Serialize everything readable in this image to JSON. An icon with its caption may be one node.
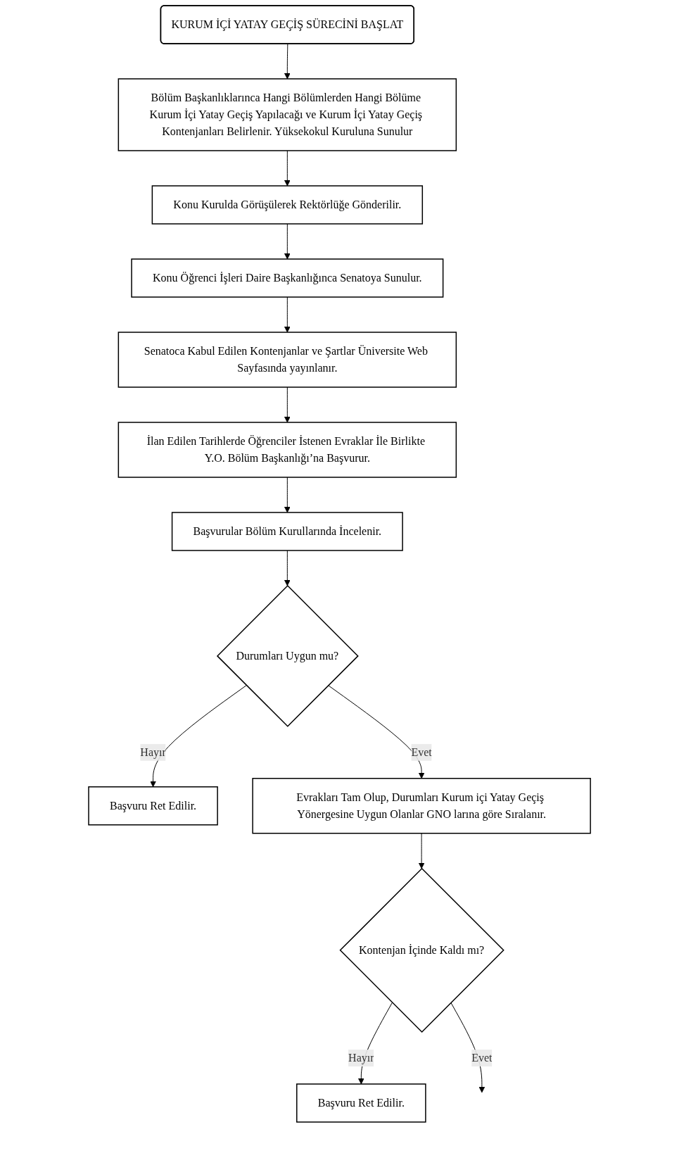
{
  "diagram": {
    "nodes": [
      {
        "text": [
          "KURUM İÇİ YATAY GEÇİŞ SÜRECİNİ BAŞLAT"
        ]
      },
      {
        "text": [
          "Bölüm Başkanlıklarınca Hangi Bölümlerden Hangi Bölüme Kurum İçi Yatay Geçiş Yapılacağı ve Kurum İçi Yatay Geçiş Kontenjanları Belirlenir. Yüksekokul Kuruluna Sunulur"
        ]
      },
      {
        "text": [
          "Konu Kurulda Görüşülerek Rektörlüğe Gönderilir."
        ]
      },
      {
        "text": [
          "Konu Öğrenci İşleri Daire Başkanlığınca Senatoya Sunulur."
        ]
      },
      {
        "text": [
          "Senatoca Kabul Edilen Kontenjanlar ve Şartlar Üniversite Web Sayfasında yayınlanır."
        ]
      },
      {
        "text": [
          "İlan Edilen Tarihlerde Öğrenciler İstenen Evraklar İle Birlikte Y.O. Bölüm Başkanlığı’na Başvurur."
        ]
      },
      {
        "text": [
          "Başvurular Bölüm Kurullarında İncelenir."
        ]
      },
      {
        "text": [
          "Durumları Uygun mu?"
        ]
      },
      {
        "text": [
          "Başvuru Ret Edilir."
        ]
      },
      {
        "text": [
          "Evrakları Tam Olup, Durumları Kurum içi Yatay Geçiş Yönergesine Uygun Olanlar GNO larına göre Sıralanır."
        ]
      },
      {
        "text": [
          "Kontenjan İçinde Kaldı mı?"
        ]
      },
      {
        "text": [
          "Başvuru Ret Edilir."
        ]
      }
    ],
    "edges": [
      {
        "from": 0,
        "to": 1,
        "arrow": "to"
      },
      {
        "from": 1,
        "to": 2,
        "arrow": "to"
      },
      {
        "from": 2,
        "to": 3,
        "arrow": "to"
      },
      {
        "from": 3,
        "to": 4,
        "arrow": "to"
      },
      {
        "from": 4,
        "to": 5,
        "arrow": "to"
      },
      {
        "from": 5,
        "to": 6,
        "arrow": "to"
      },
      {
        "from": 6,
        "to": 7,
        "arrow": "to"
      },
      {
        "from": 7,
        "to": 8,
        "label": "Hayır",
        "arrow": "to"
      },
      {
        "from": 7,
        "to": 9,
        "label": "Evet",
        "arrow": "to"
      },
      {
        "from": 9,
        "to": 10,
        "arrow": "to"
      },
      {
        "from": 10,
        "to": 11,
        "label": "Hayır",
        "arrow": "to"
      },
      {
        "from": 10,
        "to": null,
        "label": "Evet",
        "arrow": "to"
      }
    ]
  }
}
